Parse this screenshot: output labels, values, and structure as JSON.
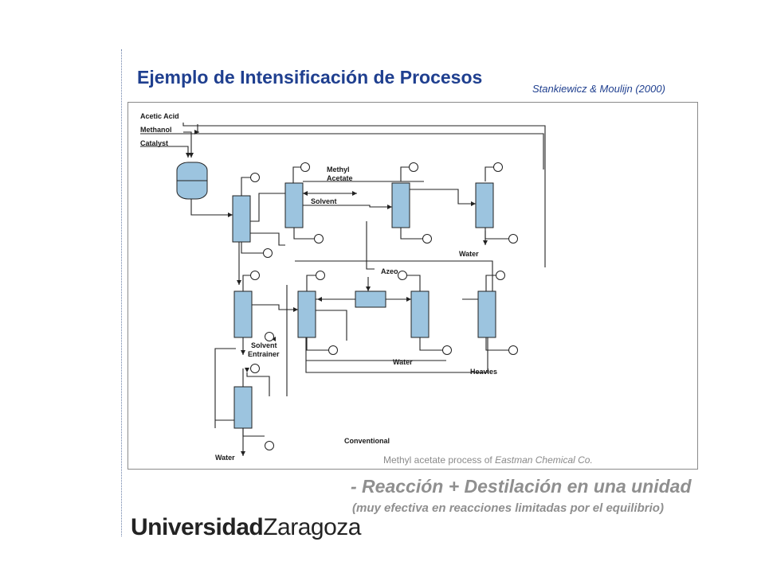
{
  "slide": {
    "title": "Ejemplo de Intensificación de Procesos",
    "citation": "Stankiewicz & Moulijn (2000)",
    "caption_prefix": "Methyl acetate process of ",
    "caption_company": "Eastman Chemical Co.",
    "bullet_main": "- Reacción + Destilación en una unidad",
    "bullet_sub": "(muy efectiva en reacciones limitadas por el equilibrio)",
    "logo_bold": "Universidad",
    "logo_regular": "Zaragoza"
  },
  "diagram": {
    "feed_labels": [
      "Acetic Acid",
      "Methanol",
      "Catalyst"
    ],
    "stream_labels": {
      "methyl_acetate_1": "Methyl",
      "methyl_acetate_2": "Acetate",
      "solvent": "Solvent",
      "azeo": "Azeo",
      "solvent_entrainer_1": "Solvent",
      "solvent_entrainer_2": "Entrainer",
      "water_top": "Water",
      "water_middle": "Water",
      "water_bottom": "Water",
      "heavies": "Heavies",
      "conventional": "Conventional"
    },
    "colors": {
      "equipment_fill": "#9cc4df",
      "line": "#222222"
    }
  }
}
